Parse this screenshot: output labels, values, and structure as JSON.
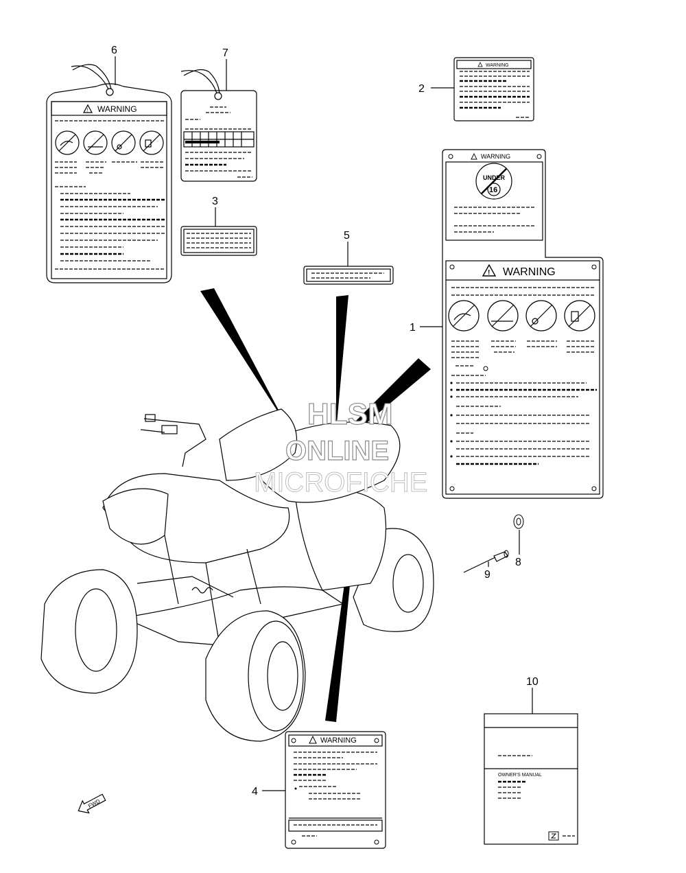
{
  "callouts": {
    "n1": "1",
    "n2": "2",
    "n3": "3",
    "n4": "4",
    "n5": "5",
    "n6": "6",
    "n7": "7",
    "n8": "8",
    "n9": "9",
    "n10": "10"
  },
  "labels": {
    "warning": "WARNING",
    "under": "UNDER",
    "age": "16",
    "manual_title": "OWNER'S MANUAL",
    "fwd": "FWD"
  },
  "watermark": {
    "line1": "HLSM",
    "line2": "ONLINE",
    "line3": "MICROFICHE"
  },
  "icons": [
    "warning-triangle-icon",
    "no-passenger-icon",
    "no-paved-surface-icon",
    "no-drugs-alcohol-icon",
    "helmet-icon"
  ]
}
